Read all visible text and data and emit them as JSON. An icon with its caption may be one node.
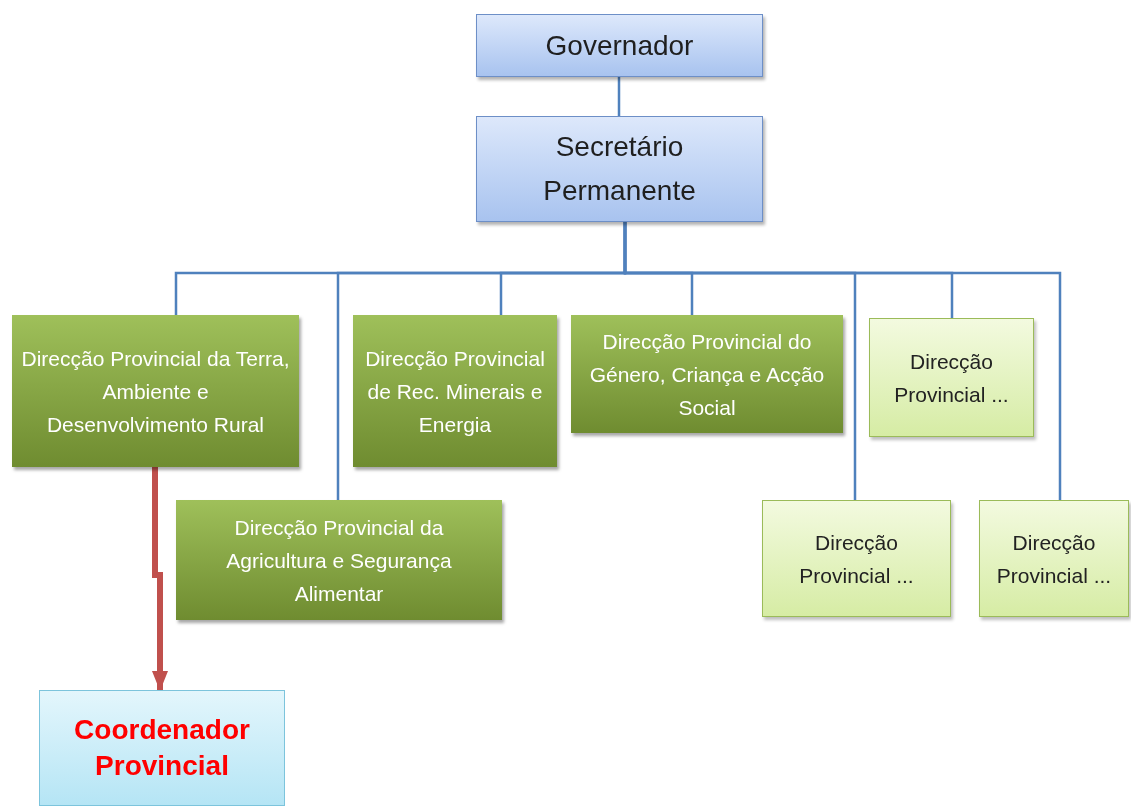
{
  "diagram": {
    "nodes": [
      {
        "text": [
          "Governador"
        ]
      },
      {
        "text": [
          "Secretário Permanente"
        ]
      },
      {
        "text": [
          "Direcção Provincial da Terra, Ambiente e Desenvolvimento Rural"
        ]
      },
      {
        "text": [
          "Direcção Provincial de Rec. Minerais e Energia"
        ]
      },
      {
        "text": [
          "Direcção Provincial do Género, Criança e Acção Social"
        ]
      },
      {
        "text": [
          "Direcção Provincial ..."
        ]
      },
      {
        "text": [
          "Direcção Provincial da Agricultura e Segurança Alimentar"
        ]
      },
      {
        "text": [
          "Direcção Provincial ..."
        ]
      },
      {
        "text": [
          "Direcção Provincial ..."
        ]
      },
      {
        "text": [
          "Coordenador Provincial"
        ]
      }
    ],
    "edges": [
      {
        "from": 0,
        "to": 1,
        "arrow": "none"
      },
      {
        "from": 1,
        "to": 2,
        "arrow": "none"
      },
      {
        "from": 1,
        "to": 6,
        "arrow": "none"
      },
      {
        "from": 1,
        "to": 3,
        "arrow": "none"
      },
      {
        "from": 1,
        "to": 4,
        "arrow": "none"
      },
      {
        "from": 1,
        "to": 7,
        "arrow": "none"
      },
      {
        "from": 1,
        "to": 5,
        "arrow": "none"
      },
      {
        "from": 1,
        "to": 8,
        "arrow": "none"
      },
      {
        "from": 2,
        "to": 9,
        "arrow": "to",
        "style": "thick",
        "color": "#c0504d"
      }
    ]
  }
}
